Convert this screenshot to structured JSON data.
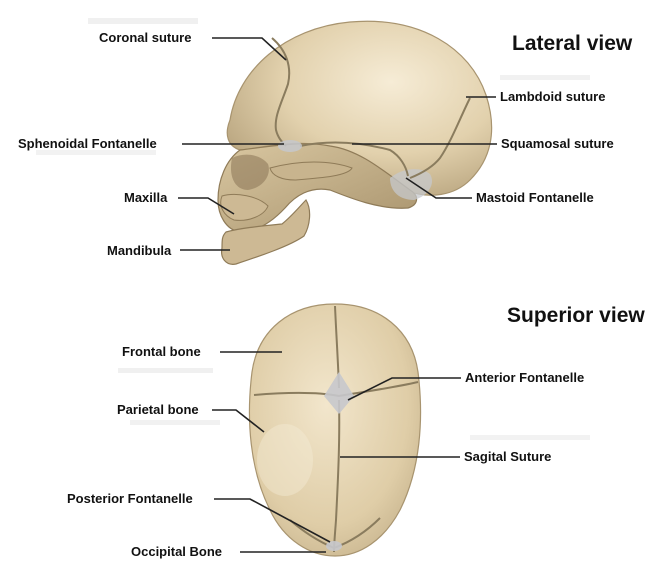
{
  "lateral": {
    "title": "Lateral view",
    "labels": {
      "coronal_suture": "Coronal suture",
      "lambdoid_suture": "Lambdoid suture",
      "sphenoidal_fontanelle": "Sphenoidal Fontanelle",
      "squamosal_suture": "Squamosal suture",
      "maxilla": "Maxilla",
      "mastoid_fontanelle": "Mastoid Fontanelle",
      "mandibula": "Mandibula"
    }
  },
  "superior": {
    "title": "Superior view",
    "labels": {
      "frontal_bone": "Frontal bone",
      "anterior_fontanelle": "Anterior Fontanelle",
      "parietal_bone": "Parietal bone",
      "sagital_suture": "Sagital Suture",
      "posterior_fontanelle": "Posterior Fontanelle",
      "occipital_bone": "Occipital Bone"
    }
  },
  "colors": {
    "bone": "#e3d3b0",
    "bone_shadow": "#b9a580",
    "fontanelle": "#c7c9cc",
    "text": "#111111"
  }
}
